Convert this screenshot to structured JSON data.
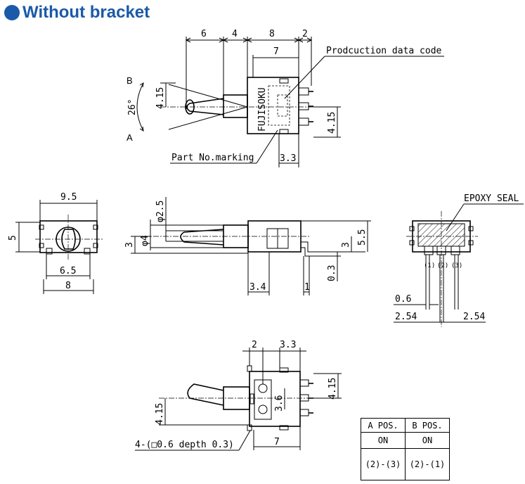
{
  "title": "Without bracket",
  "top_view": {
    "dims": {
      "d6": "6",
      "d4": "4",
      "d8": "8",
      "d2": "2",
      "d7": "7",
      "d415a": "4.15",
      "d26": "26°",
      "d415b": "4.15",
      "d33": "3.3"
    },
    "labels": {
      "b": "B",
      "a": "A",
      "brand": "FUJISOKU",
      "production_code": "Prodcuction data code",
      "part_no": "Part No.marking"
    }
  },
  "front_view": {
    "dims": {
      "d95": "9.5",
      "d5": "5",
      "d65": "6.5",
      "d8": "8"
    }
  },
  "side_view": {
    "dims": {
      "d25": "φ2.5",
      "d4": "φ4",
      "d3a": "3",
      "d3b": "3",
      "d55": "5.5",
      "d03": "0.3",
      "d34": "3.4",
      "d1": "1"
    }
  },
  "end_view": {
    "labels": {
      "epoxy": "EPOXY SEAL",
      "p1": "(1)",
      "p2": "(2)",
      "p3": "(3)"
    },
    "dims": {
      "d06": "0.6",
      "d254a": "2.54",
      "d254b": "2.54"
    }
  },
  "bottom_view": {
    "dims": {
      "d2": "2",
      "d33": "3.3",
      "d415a": "4.15",
      "d36": "3.6",
      "d415b": "4.15",
      "d7": "7"
    },
    "labels": {
      "hole_note": "4-(□0.6 depth 0.3)"
    }
  },
  "table": {
    "headers": [
      "A POS.",
      "B POS."
    ],
    "row1": [
      "ON",
      "ON"
    ],
    "row2": [
      "(2)-(3)",
      "(2)-(1)"
    ]
  }
}
